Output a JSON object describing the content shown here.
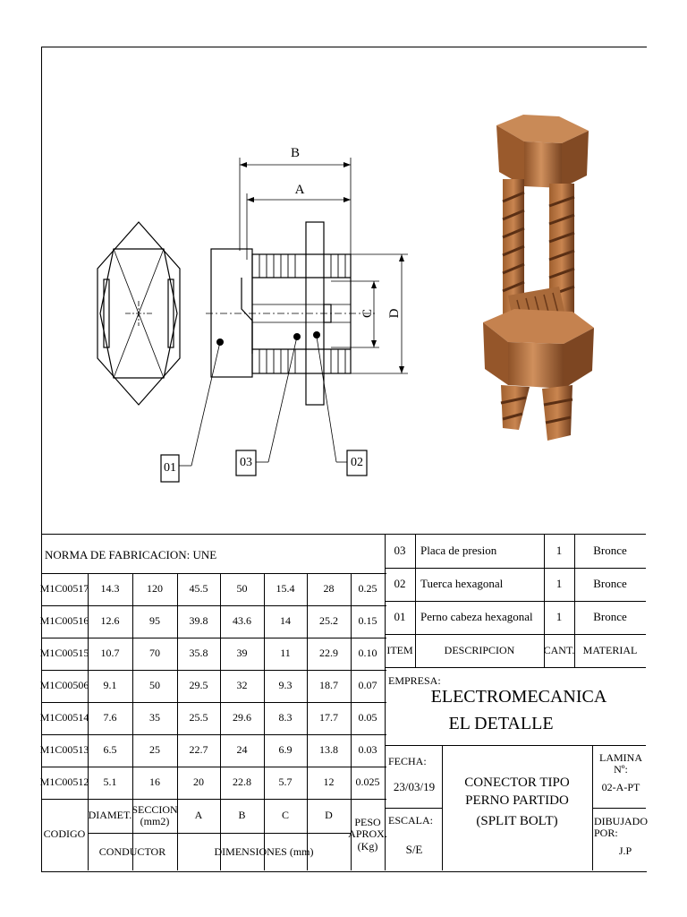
{
  "norma": "NORMA DE FABRICACION:  UNE",
  "spec_rows": [
    [
      "M1C00517",
      "14.3",
      "120",
      "45.5",
      "50",
      "15.4",
      "28",
      "0.25"
    ],
    [
      "M1C00516",
      "12.6",
      "95",
      "39.8",
      "43.6",
      "14",
      "25.2",
      "0.15"
    ],
    [
      "M1C00515",
      "10.7",
      "70",
      "35.8",
      "39",
      "11",
      "22.9",
      "0.10"
    ],
    [
      "M1C00506",
      "9.1",
      "50",
      "29.5",
      "32",
      "9.3",
      "18.7",
      "0.07"
    ],
    [
      "M1C00514",
      "7.6",
      "35",
      "25.5",
      "29.6",
      "8.3",
      "17.7",
      "0.05"
    ],
    [
      "M1C00513",
      "6.5",
      "25",
      "22.7",
      "24",
      "6.9",
      "13.8",
      "0.03"
    ],
    [
      "M1C00512",
      "5.1",
      "16",
      "20",
      "22.8",
      "5.7",
      "12",
      "0.025"
    ]
  ],
  "headers": {
    "codigo": "CODIGO",
    "diamet": "DIAMET.",
    "seccion": "SECCION (mm2)",
    "a": "A",
    "b": "B",
    "c": "C",
    "d": "D",
    "peso": "PESO APROX. (Kg)",
    "conductor": "CONDUCTOR",
    "dimensiones": "DIMENSIONES (mm)"
  },
  "bom": [
    {
      "item": "03",
      "desc": "Placa de presion",
      "cant": "1",
      "material": "Bronce"
    },
    {
      "item": "02",
      "desc": "Tuerca hexagonal",
      "cant": "1",
      "material": "Bronce"
    },
    {
      "item": "01",
      "desc": "Perno cabeza hexagonal",
      "cant": "1",
      "material": "Bronce"
    }
  ],
  "bom_headers": {
    "item": "ITEM",
    "desc": "DESCRIPCION",
    "cant": "CANT.",
    "material": "MATERIAL"
  },
  "empresa_label": "EMPRESA:",
  "empresa_line1": "ELECTROMECANICA",
  "empresa_line2": "EL DETALLE",
  "fecha_label": "FECHA:",
  "fecha": "23/03/19",
  "escala_label": "ESCALA:",
  "escala": "S/E",
  "titulo1": "CONECTOR TIPO",
  "titulo2": "PERNO PARTIDO",
  "titulo3": "(SPLIT BOLT)",
  "lamina_label": "LAMINA Nº:",
  "lamina": "02-A-PT",
  "dibujado_label": "DIBUJADO POR:",
  "dibujado": "J.P",
  "callouts": {
    "c01": "01",
    "c02": "02",
    "c03": "03"
  },
  "dims": {
    "a": "A",
    "b": "B",
    "c": "C",
    "d": "D"
  },
  "colors": {
    "bronze": "#b8703f",
    "bronze_dark": "#7a4522",
    "bronze_light": "#d49766"
  }
}
